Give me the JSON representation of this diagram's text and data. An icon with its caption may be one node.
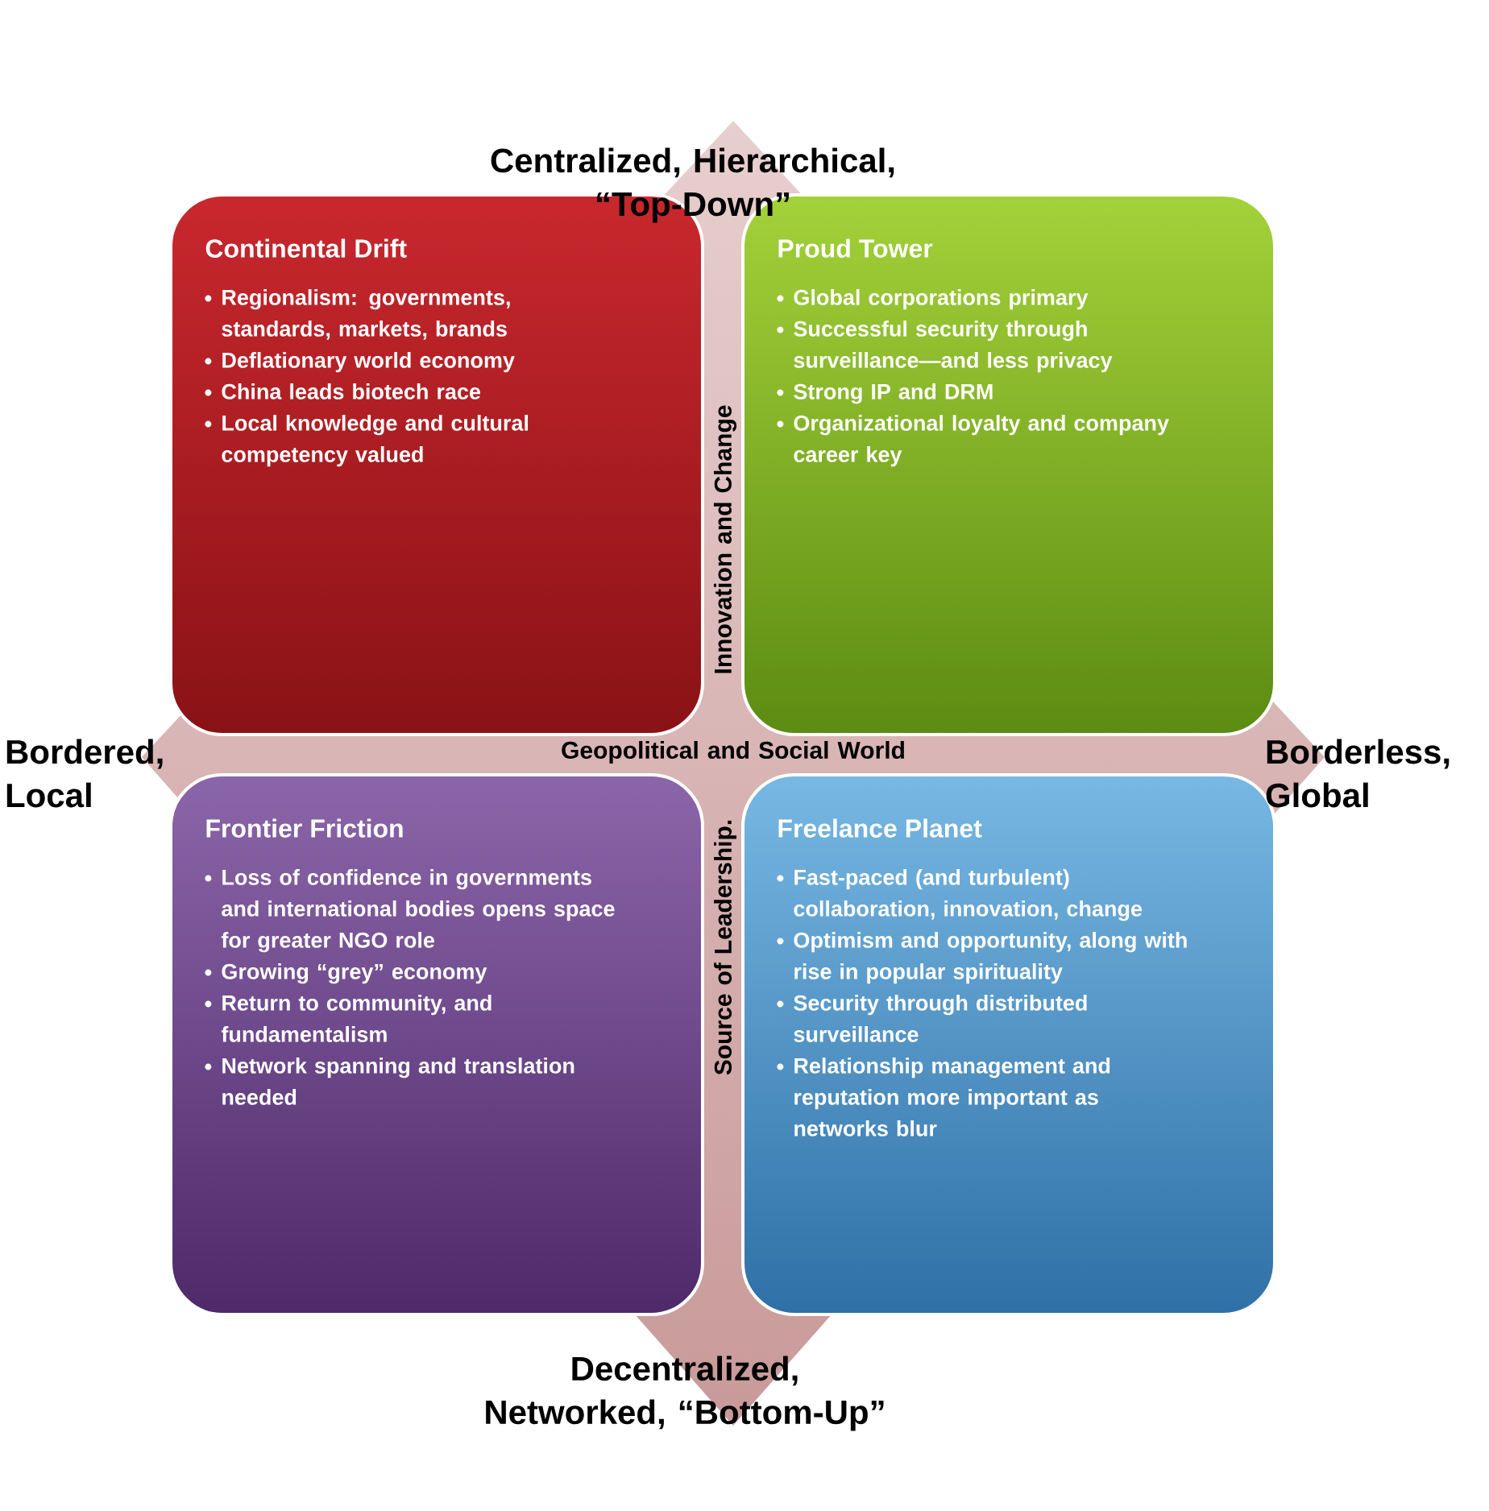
{
  "diagram": {
    "nodes": [
      {
        "text": [
          "Continental Drift",
          "Regionalism: governments, standards, markets, brands",
          "Deflationary world economy",
          "China leads biotech race",
          "Local knowledge and cultural competency valued"
        ]
      },
      {
        "text": [
          "Proud Tower",
          "Global corporations primary",
          "Successful security through surveillance—and less privacy",
          "Strong IP and DRM",
          "Organizational loyalty and company career key"
        ]
      },
      {
        "text": [
          "Frontier Friction",
          "Loss of confidence in governments and international bodies opens space for greater NGO role",
          "Growing “grey” economy",
          "Return to community, and fundamentalism",
          "Network spanning and translation needed"
        ]
      },
      {
        "text": [
          "Freelance Planet",
          "Fast-paced (and turbulent) collaboration, innovation, change",
          "Optimism and opportunity, along with rise in popular spirituality",
          "Security through distributed surveillance",
          "Relationship management and reputation more important as networks blur"
        ]
      }
    ],
    "labels": [
      "Centralized, Hierarchical, “Top-Down”",
      "Innovation and Change",
      "Bordered, Local",
      "Geopolitical and Social World",
      "Borderless, Global",
      "Source of Leadership.",
      "Decentralized, Networked, “Bottom-Up”"
    ]
  }
}
